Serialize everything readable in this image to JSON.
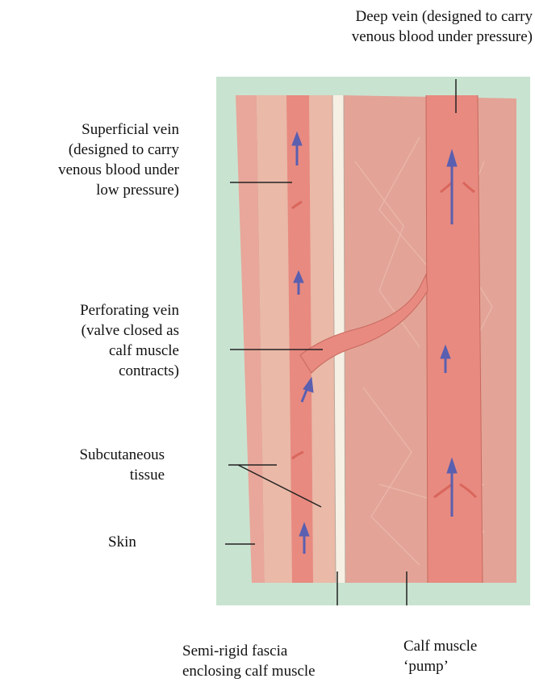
{
  "labels": {
    "deep_vein": [
      "Deep vein (designed to carry",
      "venous blood under pressure)"
    ],
    "superficial_vein": [
      "Superficial vein",
      "(designed to carry",
      "venous blood under",
      "low pressure)"
    ],
    "perforating_vein": [
      "Perforating vein",
      "(valve closed as",
      "calf muscle",
      "contracts)"
    ],
    "subcutaneous": [
      "Subcutaneous",
      "tissue"
    ],
    "skin": [
      "Skin"
    ],
    "fascia": [
      "Semi-rigid fascia",
      "enclosing calf muscle"
    ],
    "calf_pump": [
      "Calf muscle",
      "‘pump’"
    ]
  },
  "colors": {
    "background_panel": "#c9e3d1",
    "skin_layer": "#e8a79a",
    "subcutaneous": "#eab9a8",
    "vein": "#e88a80",
    "fascia": "#f6efe3",
    "muscle": "#e3a497",
    "blood_arrow": "#5a5fb0",
    "leader_line": "#222222"
  }
}
